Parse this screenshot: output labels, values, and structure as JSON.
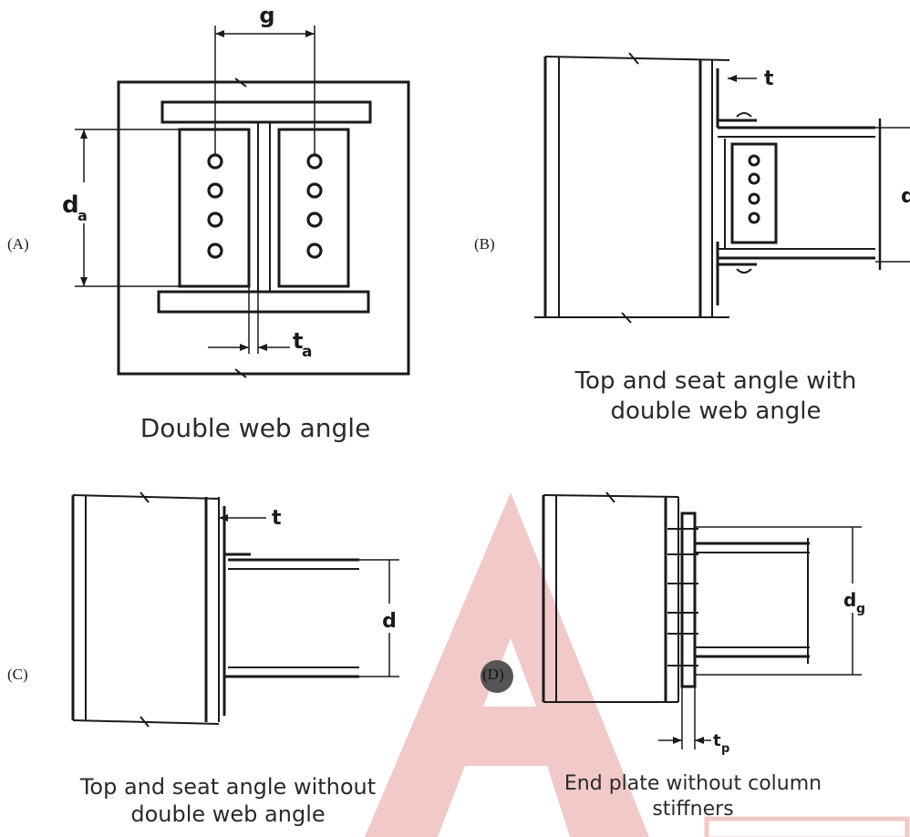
{
  "panels": [
    {
      "label": "(A)",
      "caption_lines": [
        "Double web angle"
      ]
    },
    {
      "label": "(B)",
      "caption_lines": [
        "Top and seat angle with",
        "double web angle"
      ]
    },
    {
      "label": "(C)",
      "caption_lines": [
        "Top and seat angle without",
        "double web angle"
      ]
    },
    {
      "label": "(D)",
      "caption_lines": [
        "End plate without column",
        "stiffners"
      ]
    }
  ],
  "dimensions": {
    "a_gauge": "g",
    "a_depth": "d",
    "a_depth_sub": "a",
    "a_thickness": "t",
    "a_thickness_sub": "a",
    "b_thickness": "t",
    "b_depth": "d",
    "c_thickness": "t",
    "c_depth": "d",
    "d_depth": "d",
    "d_depth_sub": "g",
    "d_thickness": "t",
    "d_thickness_sub": "p"
  },
  "colors": {
    "line": "#1a1a1a",
    "caption": "#2a2a2a",
    "watermark": "#e8a5a5"
  }
}
